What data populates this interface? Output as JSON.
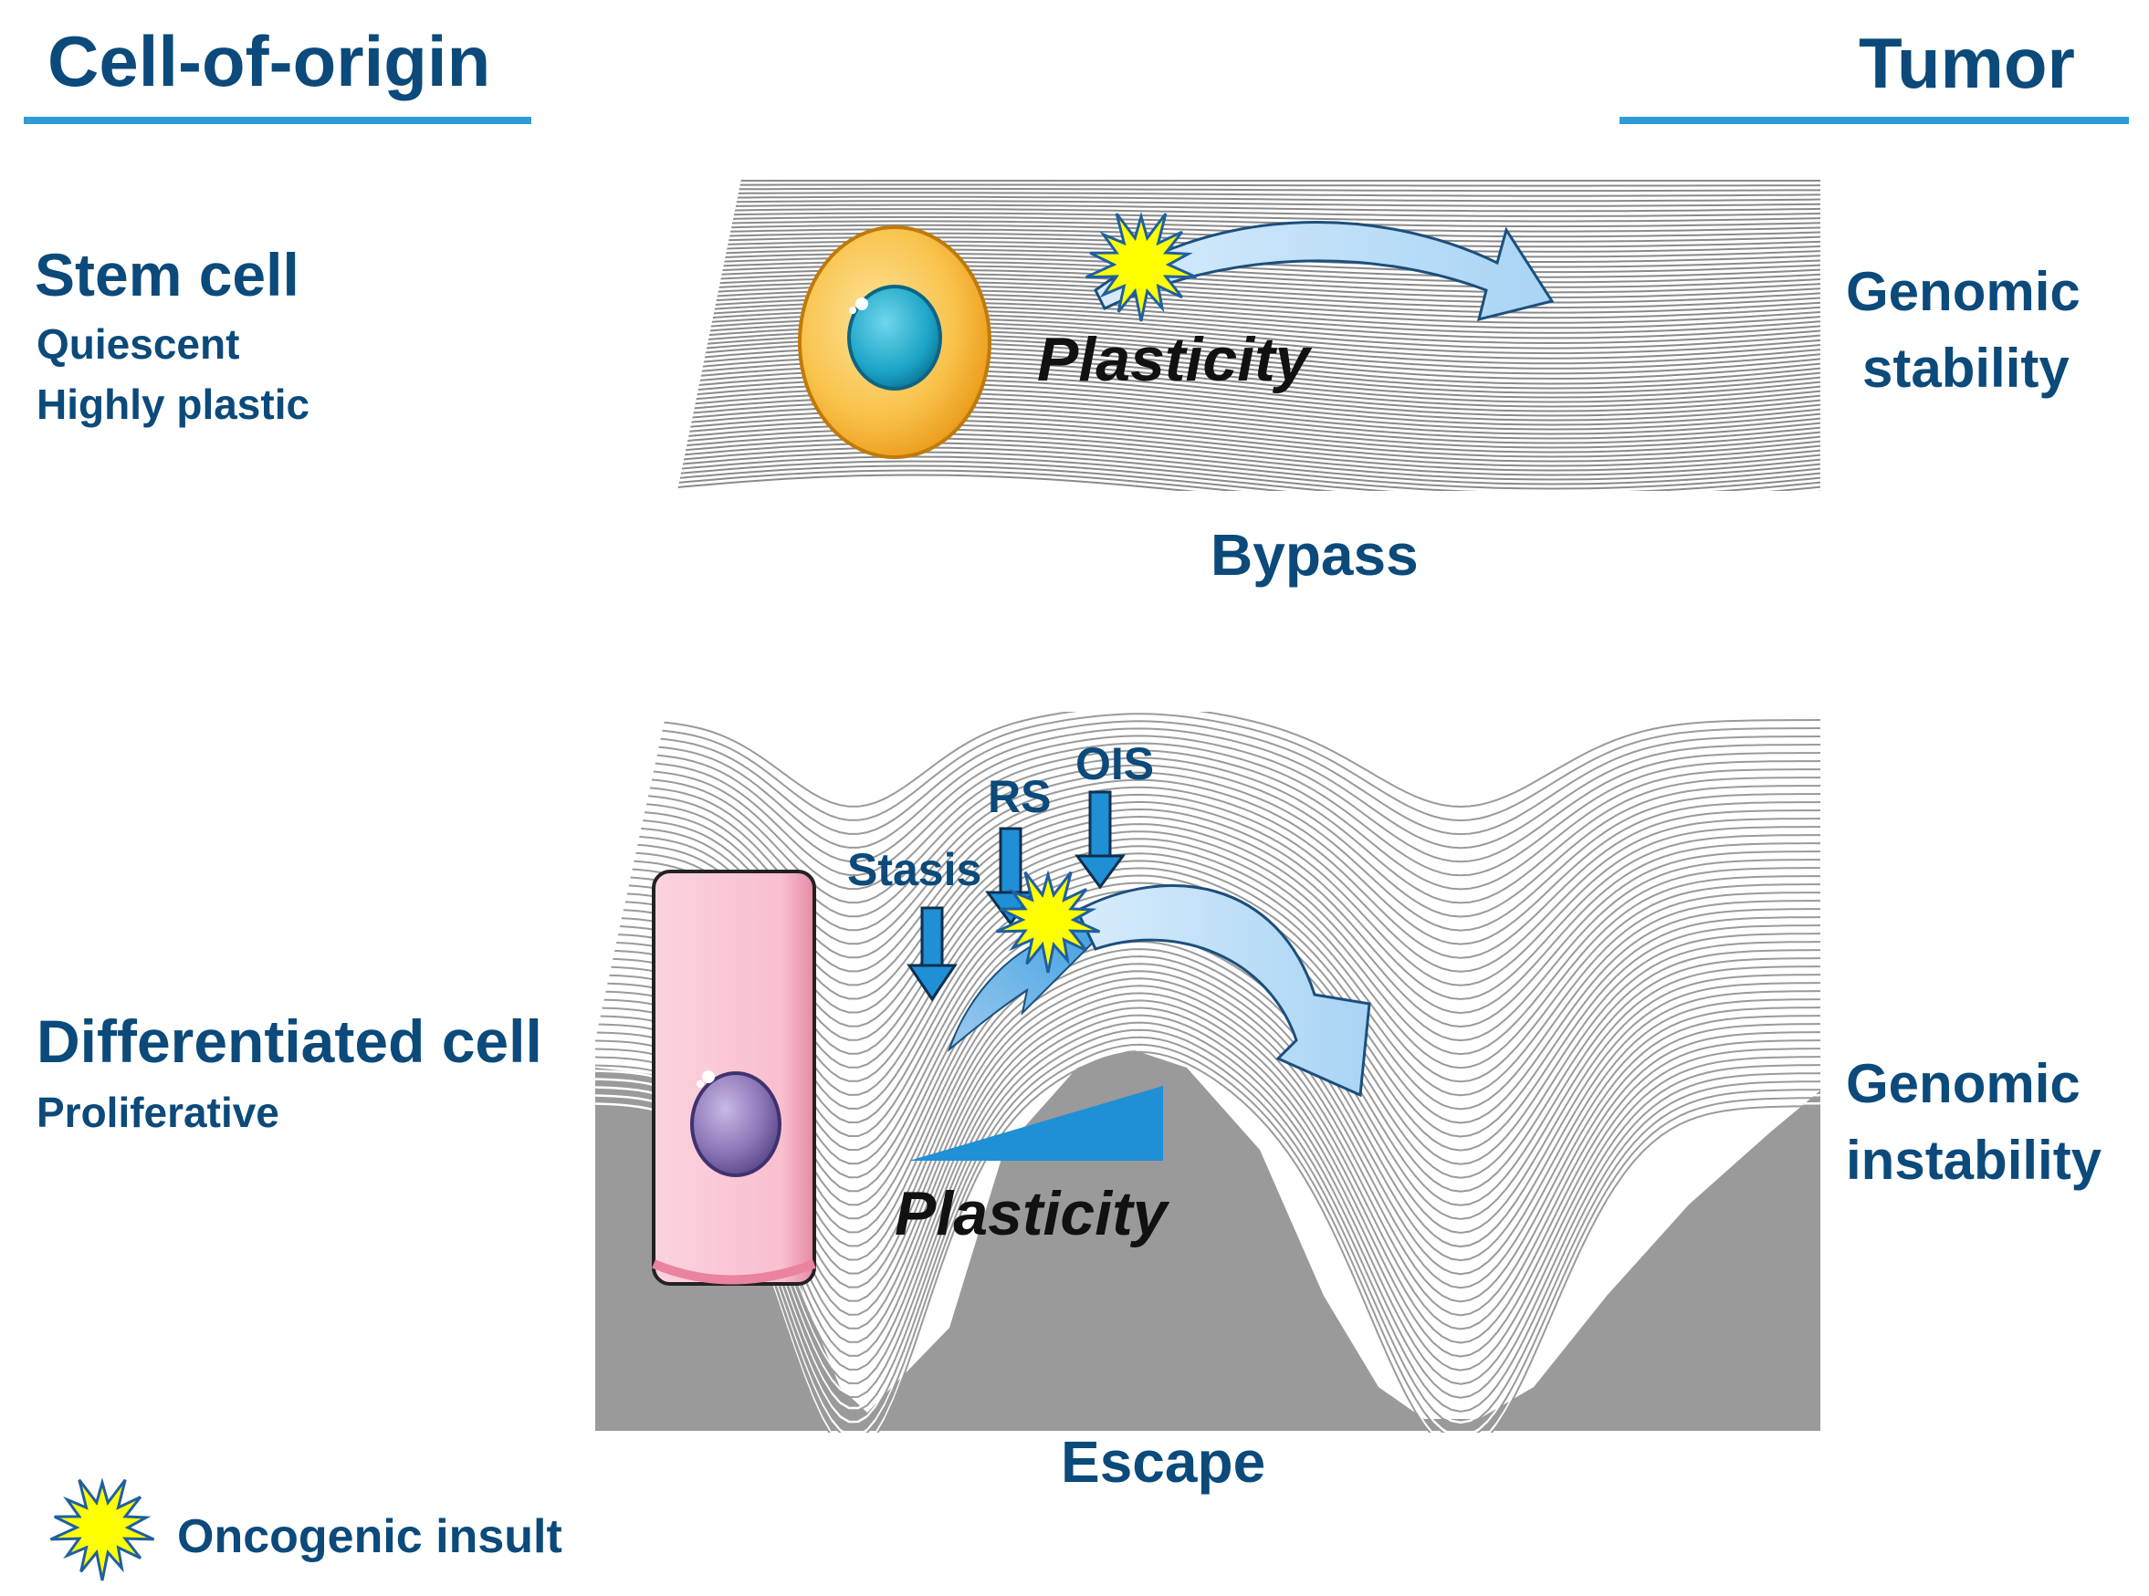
{
  "header": {
    "left_title": "Cell-of-origin",
    "right_title": "Tumor"
  },
  "top_panel": {
    "cell_title": "Stem cell",
    "cell_props": [
      "Quiescent",
      "Highly plastic"
    ],
    "plasticity_label": "Plasticity",
    "outcome": [
      "Genomic",
      "stability"
    ],
    "path_label": "Bypass"
  },
  "bottom_panel": {
    "cell_title": "Differentiated cell",
    "cell_props": [
      "Proliferative"
    ],
    "barriers": [
      "Stasis",
      "RS",
      "OIS"
    ],
    "plasticity_label": "Plasticity",
    "outcome": [
      "Genomic",
      "instability"
    ],
    "path_label": "Escape"
  },
  "legend": {
    "label": "Oncogenic insult"
  },
  "colors": {
    "text": "#0b4a7a",
    "underline": "#2e9ad8",
    "arrow_fill": "#bfe0f8",
    "barrier_arrow": "#1f8fd6",
    "burst": "#ffff00",
    "stem_cell": "#f7b32b",
    "stem_nucleus": "#1fa9c9",
    "diff_cell": "#f9c6d3",
    "diff_nucleus": "#8a76b3",
    "landscape": "#9a9a9a"
  },
  "icons": [
    "oncogenic-insult-burst-icon",
    "stem-cell-icon",
    "differentiated-cell-icon"
  ]
}
